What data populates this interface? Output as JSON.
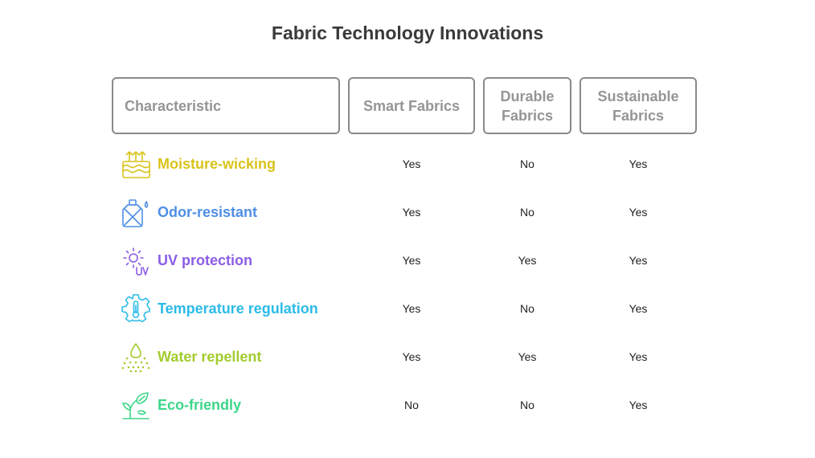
{
  "title": "Fabric Technology Innovations",
  "headers": {
    "characteristic": "Characteristic",
    "smart": "Smart Fabrics",
    "durable_line1": "Durable",
    "durable_line2": "Fabrics",
    "sustainable_line1": "Sustainable",
    "sustainable_line2": "Fabrics"
  },
  "rows": [
    {
      "label": "Moisture-wicking",
      "icon": "moisture-wicking-icon",
      "color": "#d9c31a",
      "smart": "Yes",
      "durable": "No",
      "sustainable": "Yes"
    },
    {
      "label": "Odor-resistant",
      "icon": "odor-resistant-icon",
      "color": "#4f8fe6",
      "smart": "Yes",
      "durable": "No",
      "sustainable": "Yes"
    },
    {
      "label": "UV protection",
      "icon": "uv-protection-icon",
      "color": "#8b5ce6",
      "smart": "Yes",
      "durable": "Yes",
      "sustainable": "Yes"
    },
    {
      "label": "Temperature regulation",
      "icon": "temperature-gear-icon",
      "color": "#2bbbe8",
      "smart": "Yes",
      "durable": "No",
      "sustainable": "Yes"
    },
    {
      "label": "Water repellent",
      "icon": "water-repellent-icon",
      "color": "#a3cc2e",
      "smart": "Yes",
      "durable": "Yes",
      "sustainable": "Yes"
    },
    {
      "label": "Eco-friendly",
      "icon": "eco-leaf-icon",
      "color": "#3ed68a",
      "smart": "No",
      "durable": "No",
      "sustainable": "Yes"
    }
  ]
}
